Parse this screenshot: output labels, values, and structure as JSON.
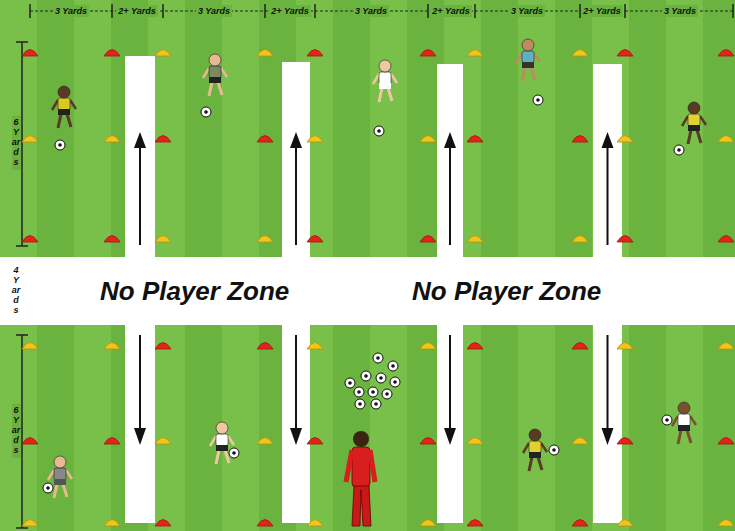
{
  "diagram": {
    "nodes": [
      {
        "text": [
          "No Player Zone",
          "No Player Zone"
        ]
      }
    ],
    "labels": [
      "3 Yards",
      "2+ Yards",
      "3 Yards",
      "2+ Yards",
      "3 Yards",
      "2+ Yards",
      "3 Yards",
      "2+ Yards",
      "3 Yards",
      "6 Yards",
      "4 Yards",
      "6 Yards"
    ]
  }
}
